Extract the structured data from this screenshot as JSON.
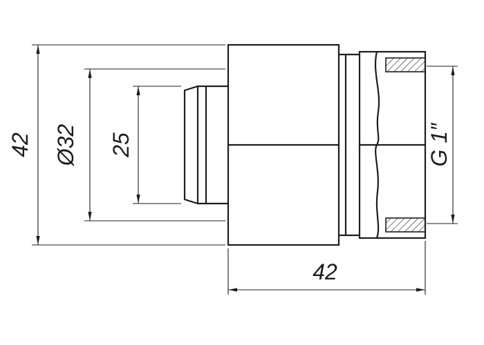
{
  "drawing": {
    "title": "pipe-fitting-technical-drawing",
    "dim_overall_height": "42",
    "dim_diameter": "Ø32",
    "dim_socket": "25",
    "dim_thread": "G 1″",
    "dim_overall_length": "42"
  },
  "colors": {
    "line": "#1c1c1c",
    "background": "#ffffff"
  }
}
